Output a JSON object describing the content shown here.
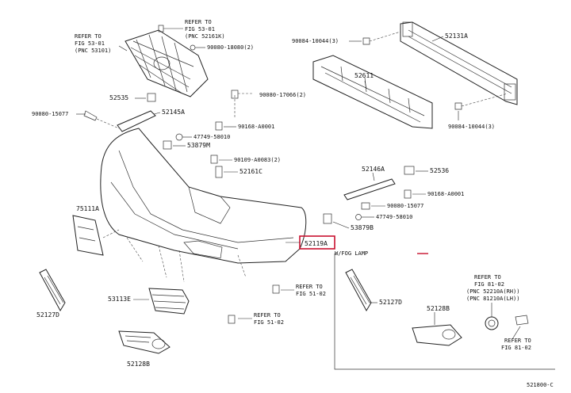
{
  "labels": {
    "ref_fig5301_left": [
      "REFER TO",
      "FIG 53-01",
      "(PNC 53101)"
    ],
    "ref_fig5301_top": [
      "REFER TO",
      "FIG 53-01",
      "(PNC 52161K)"
    ],
    "p90080_18080": "90080-18080(2)",
    "p90080_17066": "90080-17066(2)",
    "p90084_10044_top": "90084-10044(3)",
    "p90084_10044_bot": "90084-10044(3)",
    "p52131A": "52131A",
    "p52611": "52611",
    "p52535": "52535",
    "p90080_15077_left": "90080-15077",
    "p52145A": "52145A",
    "p90168_A0001_left": "90168-A0001",
    "p47749_58010_left": "47749-58010",
    "p53879M": "53879M",
    "p90109_A0083": "90109-A0083(2)",
    "p52161C": "52161C",
    "p52146A": "52146A",
    "p52536": "52536",
    "p90168_A0001_right": "90168-A0001",
    "p90080_15077_right": "90080-15077",
    "p47749_58010_right": "47749-58010",
    "p53879B": "53879B",
    "p75111A": "75111A",
    "p52119A": "52119A",
    "wfog": "W/FOG LAMP",
    "ref_fig5102_a": [
      "REFER TO",
      "FIG 51-02"
    ],
    "ref_fig5102_b": [
      "REFER TO",
      "FIG 51-02"
    ],
    "p53113E": "53113E",
    "p52127D_left": "52127D",
    "p52128B_left": "52128B",
    "p52127D_right": "52127D",
    "p52128B_right": "52128B",
    "ref_fig8102": [
      "REFER TO",
      "FIG 81-02",
      "(PNC 52210A(RH))",
      "(PNC 81210A(LH))"
    ],
    "ref_fig8102_b": [
      "REFER TO",
      "FIG 81-02"
    ],
    "figcode": "521800-C"
  },
  "colors": {
    "highlight_box": "#c8102e",
    "line": "#222222"
  }
}
